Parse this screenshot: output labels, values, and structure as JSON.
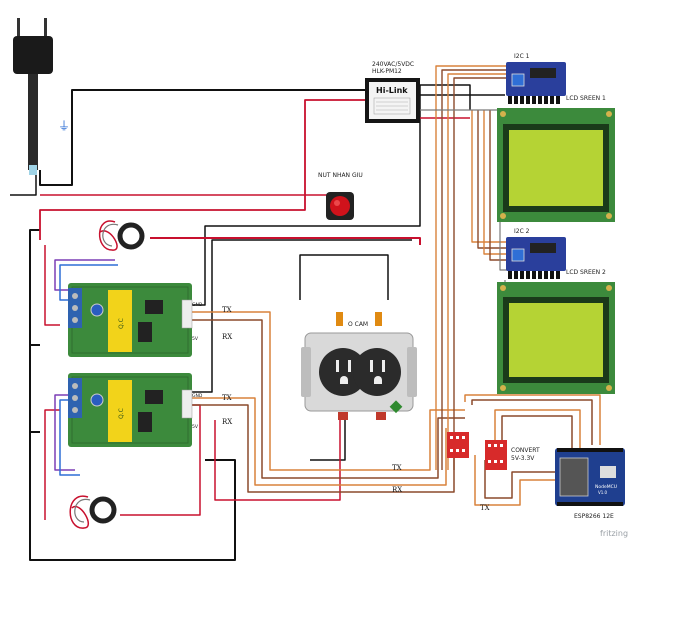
{
  "labels": {
    "hilink_spec": "240VAC/5VDC",
    "hilink_model": "HLK-PM12",
    "hilink_brand": "Hi-Link",
    "button": "NUT NHAN GIU",
    "socket": "O CAM",
    "i2c_1": "I2C 1",
    "lcd_1": "LCD SREEN 1",
    "i2c_2": "I2C 2",
    "lcd_2": "LCD SREEN 2",
    "convert_1": "CONVERT",
    "convert_2": "5V-3.3V",
    "esp": "ESP8266 12E",
    "watermark": "fritzing",
    "pzem1_gnd": "GND",
    "pzem1_5v": "5V",
    "pzem2_gnd": "GND",
    "pzem2_5v": "5V",
    "tx_1": "TX",
    "rx_1": "RX",
    "tx_2": "TX",
    "rx_2": "RX",
    "tx_3": "TX",
    "rx_3": "RX",
    "tx_4": "TX"
  },
  "colors": {
    "wire_black": "#111111",
    "wire_red": "#c8102e",
    "wire_orange": "#d9823b",
    "wire_brown": "#8b4a2b",
    "wire_purple": "#7b3fb5",
    "wire_blue": "#2f6fd6",
    "wire_gray": "#7a7a7a",
    "lcd_screen": "#b5d334",
    "pcb_green": "#3c8a3c",
    "i2c_blue": "#2a3f9c",
    "esp_blue": "#1f3f8f"
  }
}
